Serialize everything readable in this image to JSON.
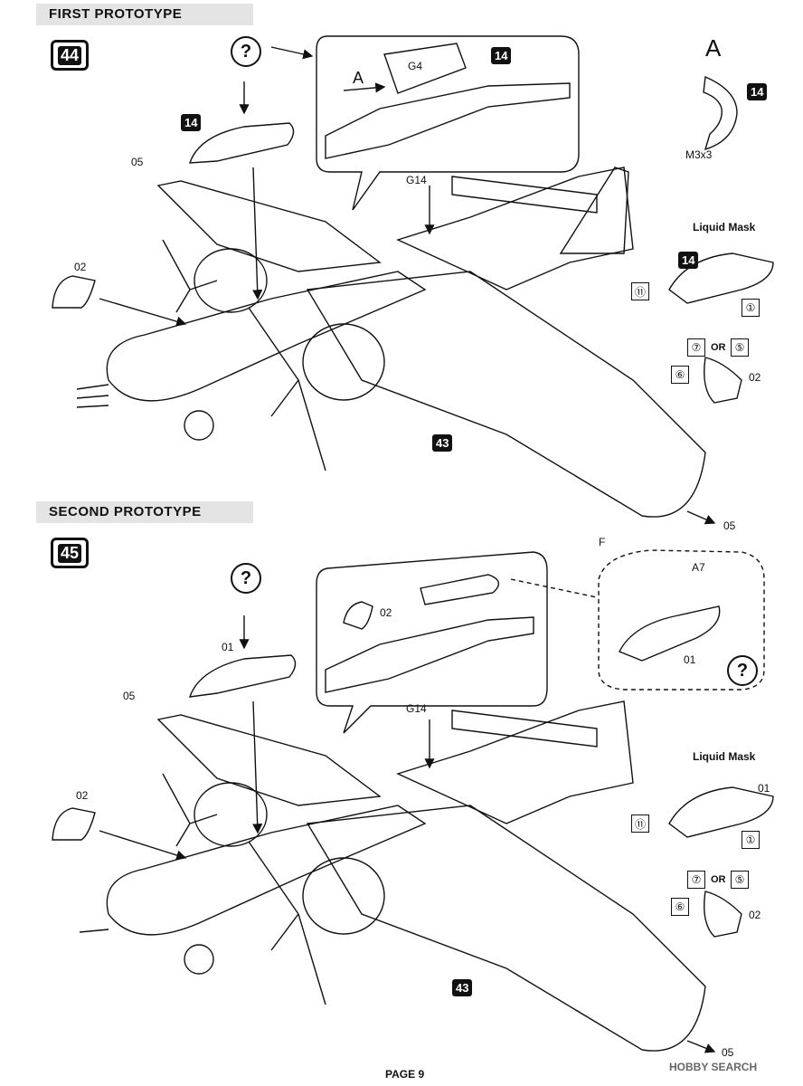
{
  "sections": [
    {
      "title": "FIRST PROTOTYPE",
      "step": "44",
      "question": "?",
      "inset_label_a": "A",
      "inset_part": "G4",
      "inset_badge": "14",
      "canopy_badge": "14",
      "part_05": "05",
      "part_02": "02",
      "part_g14": "G14",
      "part_05_tail": "05",
      "assembly_ref": "43",
      "detail_a": "A",
      "detail_a_badge": "14",
      "detail_screw": "M3x3",
      "mask_title": "Liquid Mask",
      "mask_badge": "14",
      "mask_left_num": "⑪",
      "mask_right_num": "①",
      "nose_num_a": "⑦",
      "nose_or": "OR",
      "nose_num_b": "⑤",
      "nose_num_c": "⑥",
      "nose_part": "02"
    },
    {
      "title": "SECOND PROTOTYPE",
      "step": "45",
      "question": "?",
      "canopy_part": "01",
      "inset_part_02": "02",
      "part_05": "05",
      "part_02": "02",
      "part_g14": "G14",
      "part_05_tail": "05",
      "assembly_ref": "43",
      "dash_f": "F",
      "dash_a7": "A7",
      "dash_01": "01",
      "dash_question": "?",
      "mask_title": "Liquid Mask",
      "mask_part": "01",
      "mask_left_num": "⑪",
      "mask_right_num": "①",
      "nose_num_a": "⑦",
      "nose_or": "OR",
      "nose_num_b": "⑤",
      "nose_num_c": "⑥",
      "nose_part": "02"
    }
  ],
  "footer": {
    "page": "PAGE 9"
  },
  "watermark": "HOBBY SEARCH"
}
